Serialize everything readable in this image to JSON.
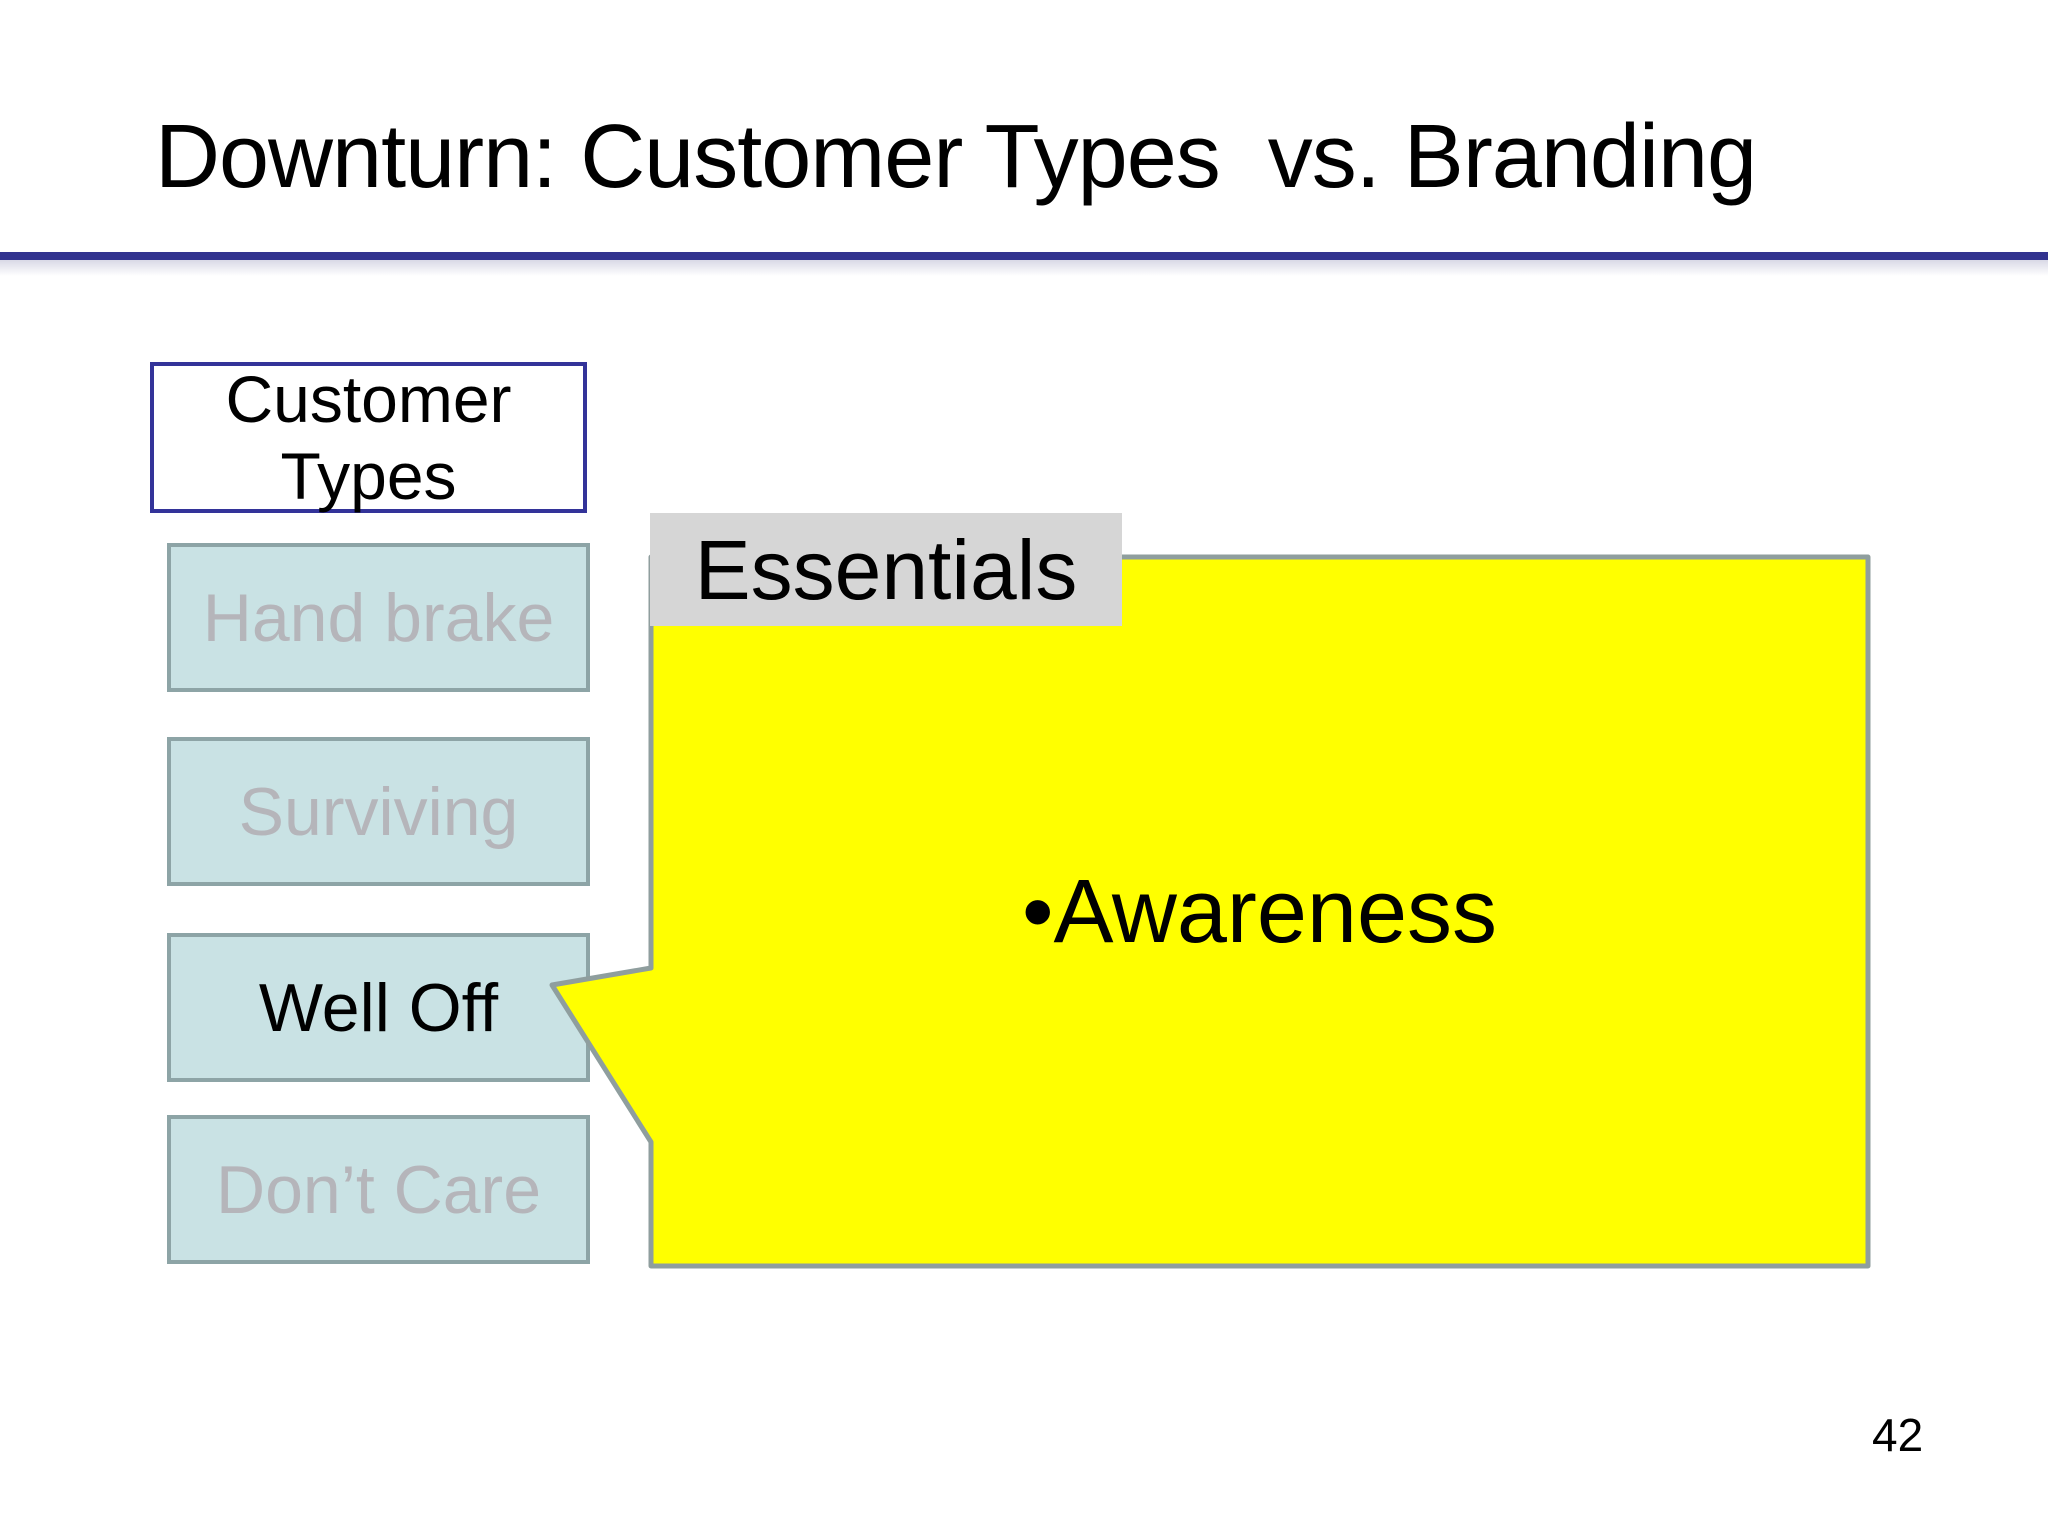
{
  "slide": {
    "title": "Downturn: Customer Types  vs. Branding",
    "page_number": "42",
    "background": "#FFFFFF"
  },
  "customer_types": {
    "header_label": "Customer Types",
    "items": [
      {
        "label": "Hand brake",
        "state": "dimmed"
      },
      {
        "label": "Surviving",
        "state": "dimmed"
      },
      {
        "label": "Well Off",
        "state": "highlighted"
      },
      {
        "label": "Don’t Care",
        "state": "dimmed"
      }
    ]
  },
  "branding_callout": {
    "tag_label": "Essentials",
    "bullet": "•",
    "body_label": "Awareness",
    "points_to": "Well Off"
  },
  "colors": {
    "divider_blue": "#32338F",
    "header_border_navy": "#333399",
    "type_box_fill": "#C9E2E4",
    "type_box_border": "#8DA4A6",
    "dimmed_text": "#B5B5BA",
    "callout_fill": "#FFFF00",
    "callout_border": "#8F9E9E",
    "tag_fill": "#D6D6D6",
    "text_black": "#000000"
  }
}
